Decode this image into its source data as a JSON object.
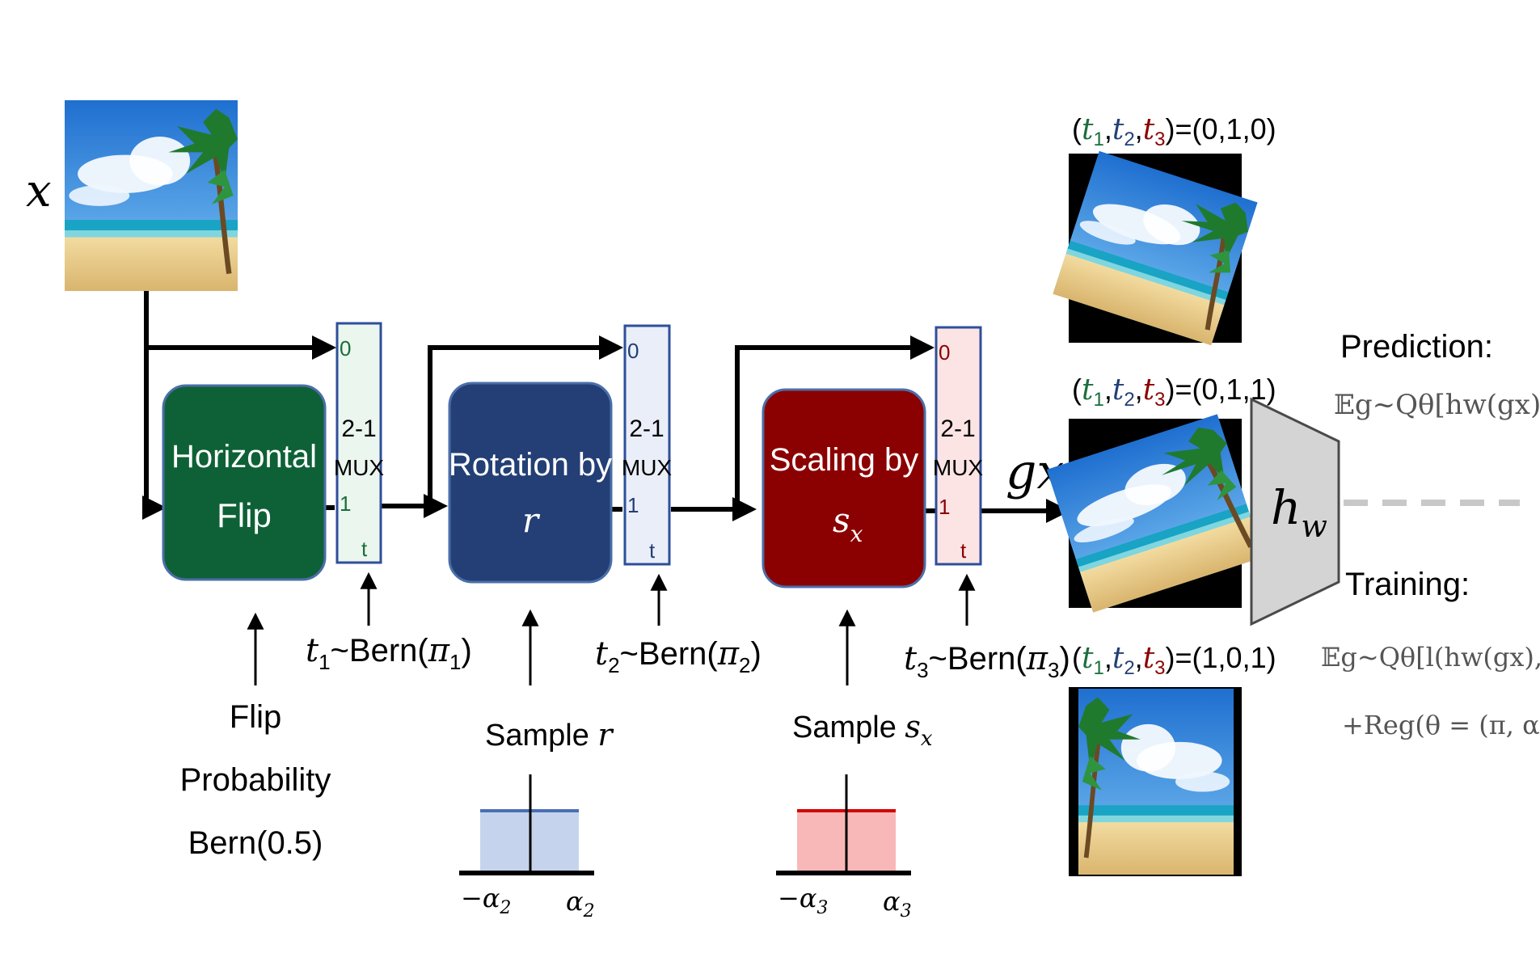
{
  "input_label": "x",
  "blocks": [
    {
      "line1": "Horizontal",
      "line2": "Flip",
      "color": "#0e6136"
    },
    {
      "line1": "Rotation by",
      "line2": "r",
      "color": "#233f75"
    },
    {
      "line1": "Scaling by",
      "line2": "s",
      "line2_sub": "x",
      "color": "#8b0000"
    }
  ],
  "muxes": [
    {
      "in0": "0",
      "label1": "2-1",
      "label2": "MUX",
      "in1": "1",
      "sel": "t",
      "fill": "#eaf6ee",
      "text_color": "#1b6e3c",
      "t_var": "t",
      "t_sub": "1",
      "dist": "~Bern(",
      "pi": "π",
      "pi_sub": "1",
      "close": ")"
    },
    {
      "in0": "0",
      "label1": "2-1",
      "label2": "MUX",
      "in1": "1",
      "sel": "t",
      "fill": "#e9eef8",
      "text_color": "#233f75",
      "t_var": "t",
      "t_sub": "2",
      "dist": "~Bern(",
      "pi": "π",
      "pi_sub": "2",
      "close": ")"
    },
    {
      "in0": "0",
      "label1": "2-1",
      "label2": "MUX",
      "in1": "1",
      "sel": "t",
      "fill": "#fde4e4",
      "text_color": "#8b0000",
      "t_var": "t",
      "t_sub": "3",
      "dist": "~Bern(",
      "pi": "π",
      "pi_sub": "3",
      "close": ")"
    }
  ],
  "flip_prob": {
    "line1": "Flip",
    "line2": "Probability",
    "line3": "Bern(0.5)"
  },
  "sample_r": {
    "text": "Sample ",
    "var": "r",
    "left": "−α",
    "left_sub": "2",
    "right": "α",
    "right_sub": "2",
    "fill": "#c5d4ec",
    "edge": "#4a6fb5"
  },
  "sample_s": {
    "text": "Sample ",
    "var": "s",
    "var_sub": "x",
    "left": "−α",
    "left_sub": "3",
    "right": "α",
    "right_sub": "3",
    "fill": "#f9b8b8",
    "edge": "#d40000"
  },
  "output_label": "gx",
  "network_label": "h",
  "network_sub": "w",
  "outputs": [
    {
      "value": "=(0,1,0)"
    },
    {
      "value": "=(0,1,1)"
    },
    {
      "value": "=(1,0,1)"
    }
  ],
  "tuple": {
    "open": "(",
    "t": "t",
    "s1": "1",
    "s2": "2",
    "s3": "3",
    "comma": ",",
    "close": ")"
  },
  "prediction": {
    "title": "Prediction:",
    "formula": "𝔼g~Qθ[hw(gx)]"
  },
  "training": {
    "title": "Training:",
    "formula1": "𝔼g~Qθ[l(hw(gx),y)]",
    "formula2": "+Reg(θ = (π, α))"
  },
  "colors": {
    "t1": "#1b6e3c",
    "t2": "#233f75",
    "t3": "#8b0000",
    "sky": "#2e8be0",
    "sand": "#e8cf8e",
    "sea": "#19a3c4"
  }
}
